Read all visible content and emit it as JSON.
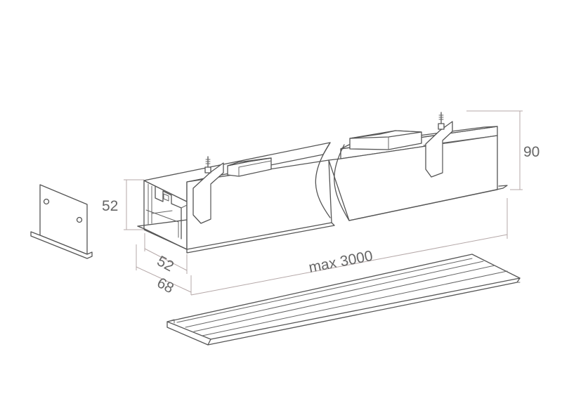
{
  "dimensions": {
    "height_profile": "52",
    "height_total": "90",
    "width_inner": "52",
    "width_outer": "68",
    "length": "max 3000"
  },
  "colors": {
    "line": "#555555",
    "dimension_line": "#b5a8a8",
    "label": "#666666",
    "background": "#ffffff"
  }
}
